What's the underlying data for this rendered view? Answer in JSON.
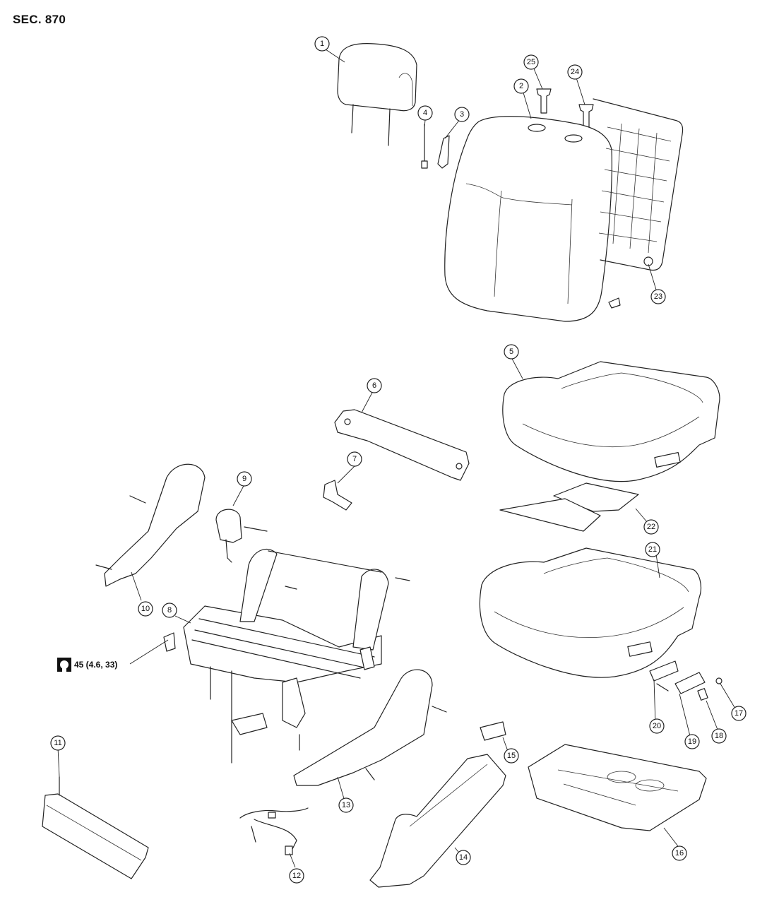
{
  "section_label": "SEC. 870",
  "torque_spec": "45 (4.6, 33)",
  "callouts": [
    "1",
    "2",
    "3",
    "4",
    "5",
    "6",
    "7",
    "8",
    "9",
    "10",
    "11",
    "12",
    "13",
    "14",
    "15",
    "16",
    "17",
    "18",
    "19",
    "20",
    "21",
    "22",
    "23",
    "24",
    "25"
  ]
}
